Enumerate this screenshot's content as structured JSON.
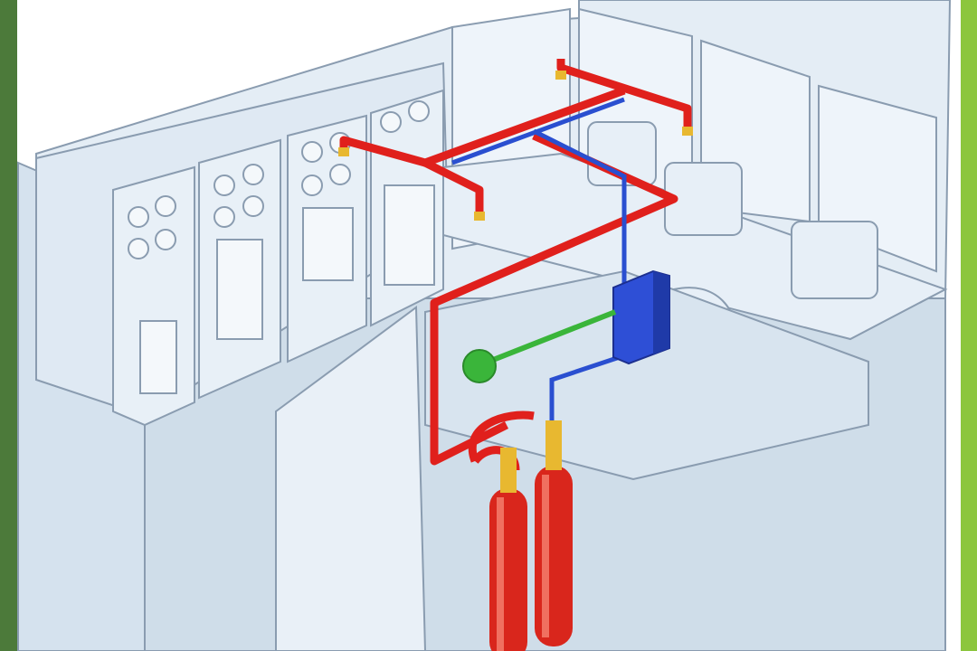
{
  "colors": {
    "frame_left": "#4c7a3a",
    "frame_right": "#8cc63e",
    "room_wall": "#dbe6f0",
    "room_floor": "#c9d8e6",
    "outline": "#8a9cb0",
    "pipe_agent": "#e0201c",
    "pipe_detection": "#2a4fd0",
    "pipe_actuator": "#3ab53a",
    "control_panel": "#2e4fd6",
    "cylinder": "#d9261c",
    "valve": "#e8b830"
  },
  "illustration": {
    "subject": "gas-fire-suppression-system",
    "components": [
      "agent-cylinders",
      "distribution-piping",
      "discharge-nozzles",
      "control-panel",
      "detection-line",
      "manual-release-station"
    ]
  }
}
